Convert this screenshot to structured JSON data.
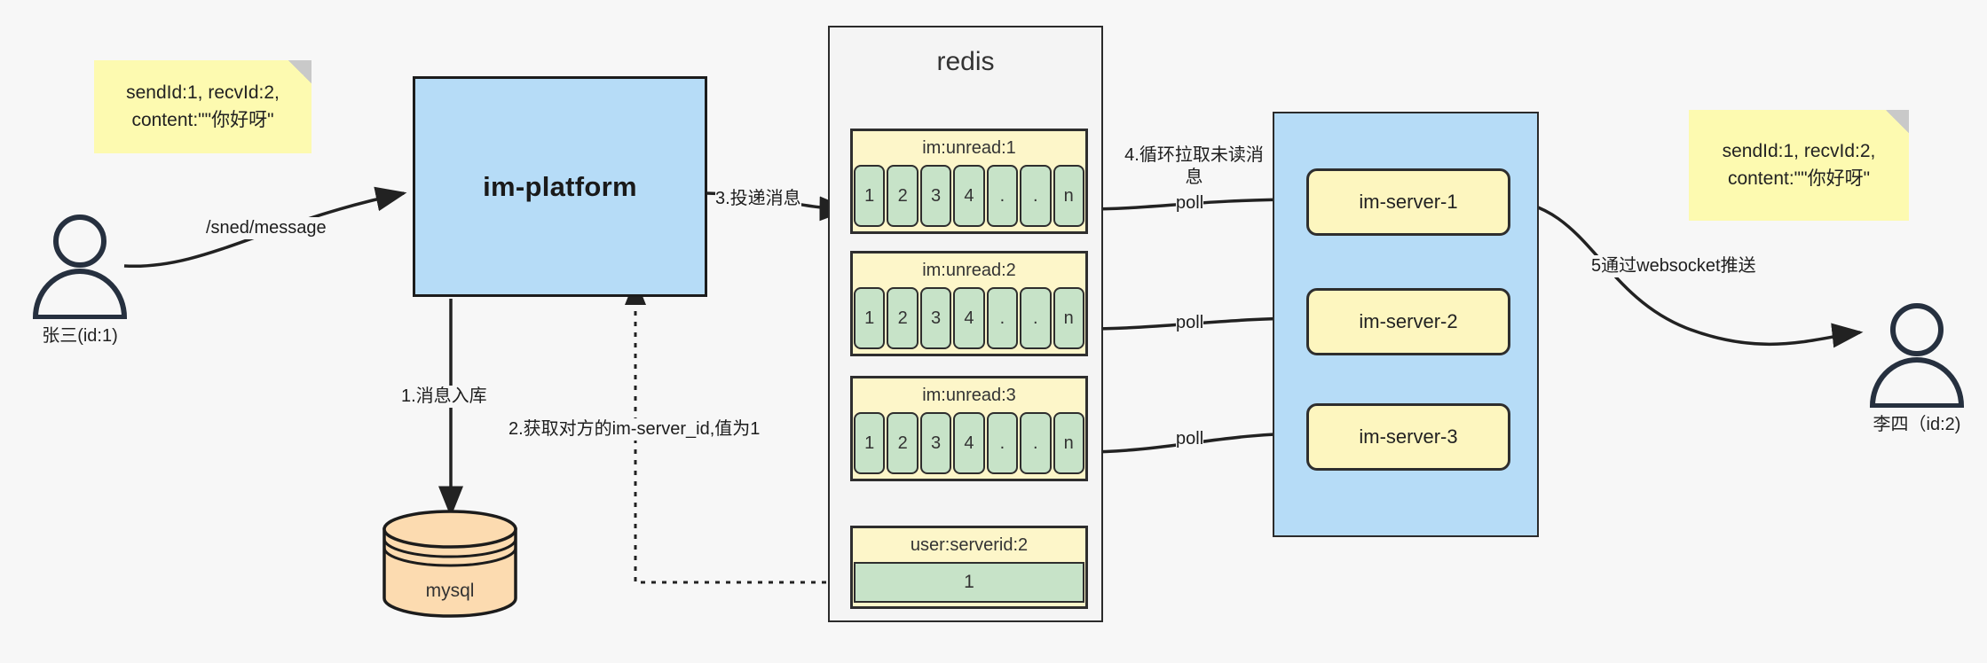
{
  "diagram": {
    "title": "IM message delivery architecture",
    "background": "#f7f7f7"
  },
  "colors": {
    "note_yellow": "#fdfab0",
    "box_blue": "#b6dcf7",
    "key_yellow": "#fdf6c9",
    "value_green": "#c7e3c8",
    "server_yellow": "#fdf6bf",
    "db_orange": "#fcdbb0",
    "stroke": "#2b2b2b"
  },
  "notes": [
    {
      "id": "note-left",
      "lines": "sendId:1,\nrecvId:2,\ncontent:\"\"你好呀\""
    },
    {
      "id": "note-right",
      "lines": "sendId:1,\nrecvId:2,\ncontent:\"\"你好呀\""
    }
  ],
  "actors": {
    "sender": {
      "caption": "张三(id:1)",
      "icon": "person-icon"
    },
    "receiver": {
      "caption": "李四（id:2)",
      "icon": "person-icon"
    }
  },
  "platform": {
    "label": "im-platform"
  },
  "database": {
    "label": "mysql",
    "icon": "database-cylinder-icon"
  },
  "redis": {
    "title": "redis",
    "groups": [
      {
        "key": "im:unread:1",
        "cells": [
          "1",
          "2",
          "3",
          "4",
          ".",
          ".",
          "n"
        ]
      },
      {
        "key": "im:unread:2",
        "cells": [
          "1",
          "2",
          "3",
          "4",
          ".",
          ".",
          "n"
        ]
      },
      {
        "key": "im:unread:3",
        "cells": [
          "1",
          "2",
          "3",
          "4",
          ".",
          ".",
          "n"
        ]
      }
    ],
    "mapping": {
      "key": "user:serverid:2",
      "value": "1"
    }
  },
  "cluster": {
    "servers": [
      {
        "label": "im-server-1"
      },
      {
        "label": "im-server-2"
      },
      {
        "label": "im-server-3"
      }
    ]
  },
  "edges": {
    "send_message": "/sned/message",
    "step1": "1.消息入库",
    "step2": "2.获取对方的im-server_id,值为1",
    "step3": "3.投递消息",
    "step4": "4.循环拉取未读消\n息",
    "step5": "5通过websocket推送",
    "poll1": "poll",
    "poll2": "poll",
    "poll3": "poll"
  }
}
